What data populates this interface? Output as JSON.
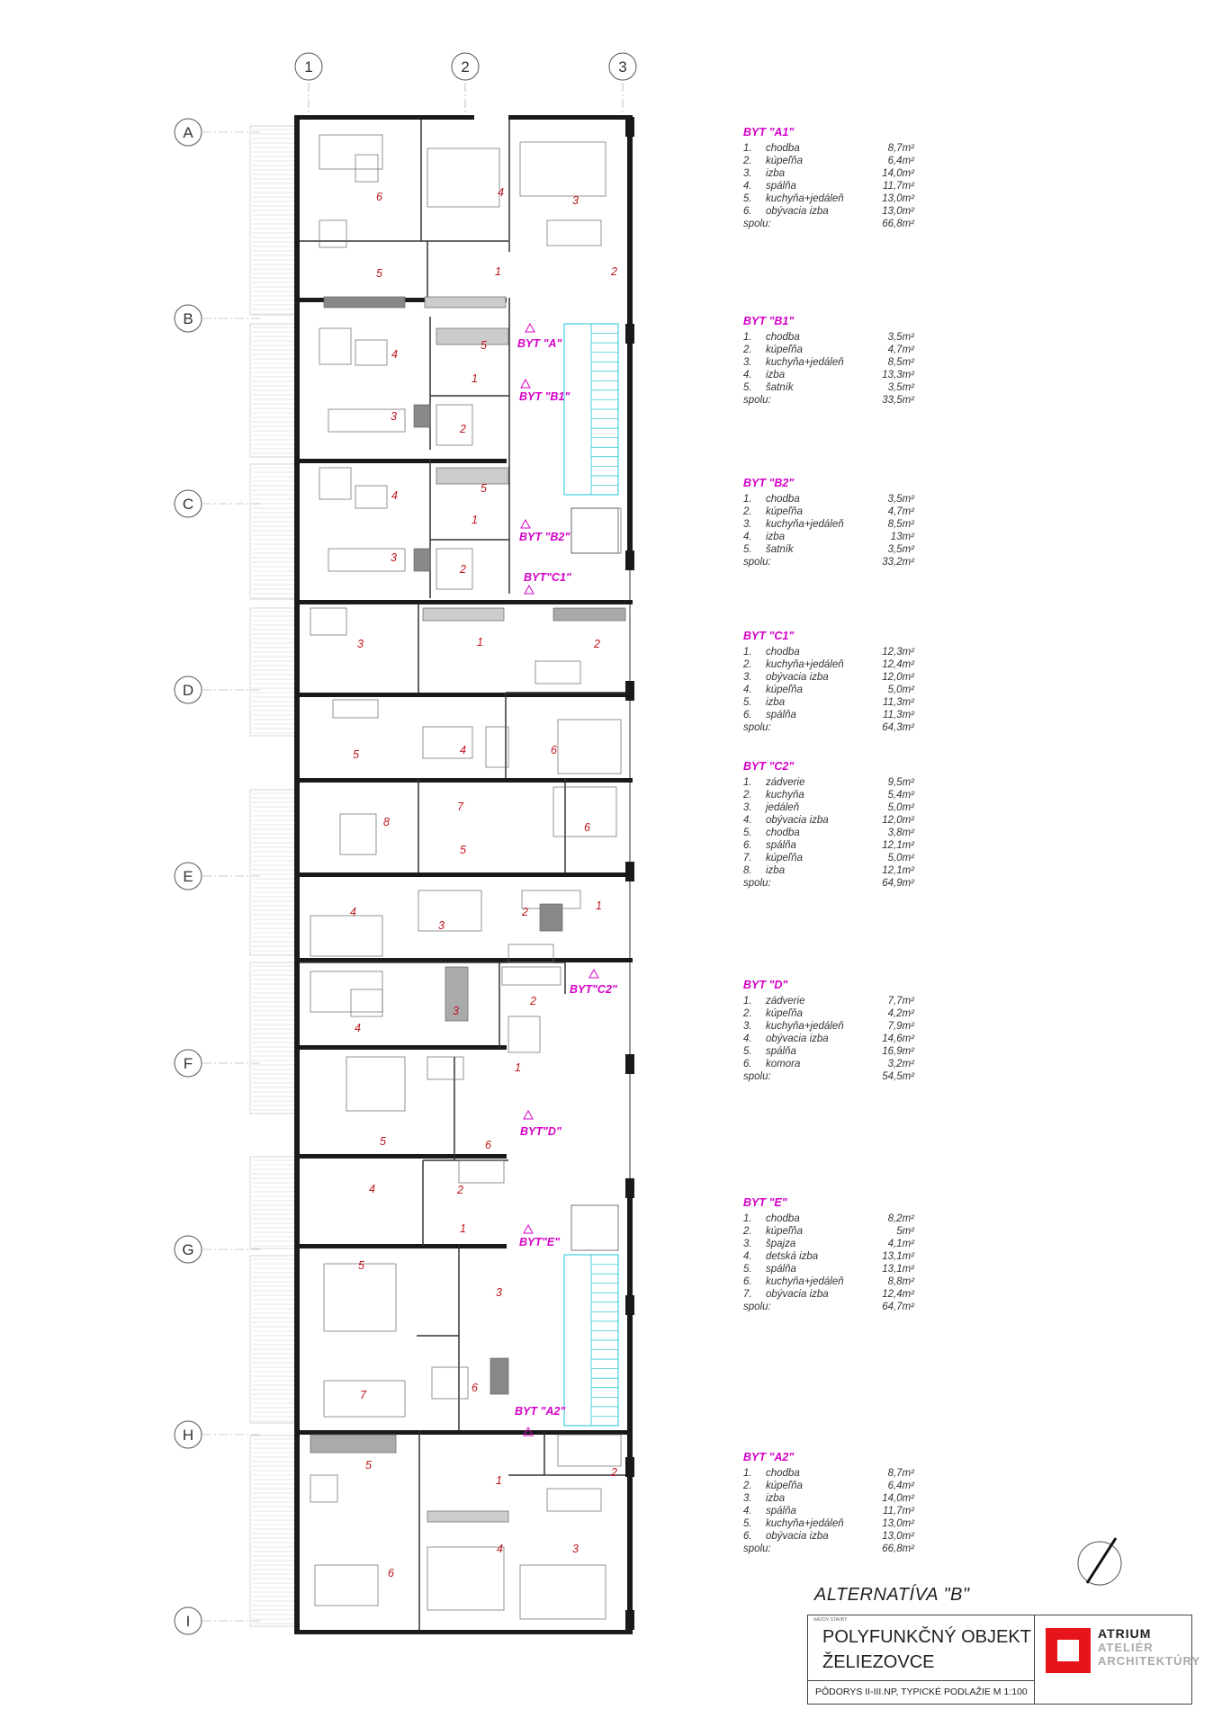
{
  "grid": {
    "columns": [
      "1",
      "2",
      "3"
    ],
    "rows": [
      "A",
      "B",
      "C",
      "D",
      "E",
      "F",
      "G",
      "H",
      "I"
    ]
  },
  "apartment_tags": [
    "BYT \"A\"",
    "BYT \"B1\"",
    "BYT \"B2\"",
    "BYT\"C1\"",
    "BYT\"C2\"",
    "BYT\"D\"",
    "BYT\"E\"",
    "BYT \"A2\""
  ],
  "room_numbers": {
    "a1": [
      "6",
      "5",
      "4",
      "3",
      "1",
      "2"
    ],
    "b1": [
      "4",
      "5",
      "1",
      "3",
      "2"
    ],
    "b2": [
      "4",
      "5",
      "1",
      "3",
      "2"
    ],
    "c1": [
      "3",
      "1",
      "2"
    ],
    "c2": [
      "5",
      "4",
      "6",
      "8",
      "7",
      "6",
      "5"
    ],
    "d_e": [
      "4",
      "3",
      "2",
      "1",
      "4",
      "3",
      "2",
      "1",
      "5",
      "6"
    ],
    "e": [
      "4",
      "2",
      "1",
      "5",
      "3",
      "7",
      "6"
    ],
    "a2": [
      "5",
      "1",
      "2",
      "6",
      "4",
      "3"
    ]
  },
  "legend": [
    {
      "title": "BYT \"A1\"",
      "rooms": [
        [
          "1.",
          "chodba",
          "8,7m²"
        ],
        [
          "2.",
          "kúpeľňa",
          "6,4m²"
        ],
        [
          "3.",
          "izba",
          "14,0m²"
        ],
        [
          "4.",
          "spálňa",
          "11,7m²"
        ],
        [
          "5.",
          "kuchyňa+jedáleň",
          "13,0m²"
        ],
        [
          "6.",
          "obývacia izba",
          "13,0m²"
        ]
      ],
      "total_label": "spolu:",
      "total": "66,8m²"
    },
    {
      "title": "BYT \"B1\"",
      "rooms": [
        [
          "1.",
          "chodba",
          "3,5m²"
        ],
        [
          "2.",
          "kúpeľňa",
          "4,7m²"
        ],
        [
          "3.",
          "kuchyňa+jedáleň",
          "8,5m²"
        ],
        [
          "4.",
          "izba",
          "13,3m²"
        ],
        [
          "5.",
          "šatník",
          "3,5m²"
        ]
      ],
      "total_label": "spolu:",
      "total": "33,5m²"
    },
    {
      "title": "BYT \"B2\"",
      "rooms": [
        [
          "1.",
          "chodba",
          "3,5m²"
        ],
        [
          "2.",
          "kúpeľňa",
          "4,7m²"
        ],
        [
          "3.",
          "kuchyňa+jedáleň",
          "8,5m²"
        ],
        [
          "4.",
          "izba",
          "13m²"
        ],
        [
          "5.",
          "šatník",
          "3,5m²"
        ]
      ],
      "total_label": "spolu:",
      "total": "33,2m²"
    },
    {
      "title": "BYT \"C1\"",
      "rooms": [
        [
          "1.",
          "chodba",
          "12,3m²"
        ],
        [
          "2.",
          "kuchyňa+jedáleň",
          "12,4m²"
        ],
        [
          "3.",
          "obývacia izba",
          "12,0m²"
        ],
        [
          "4.",
          "kúpeľňa",
          "5,0m²"
        ],
        [
          "5.",
          "izba",
          "11,3m²"
        ],
        [
          "6.",
          "spálňa",
          "11,3m²"
        ]
      ],
      "total_label": "spolu:",
      "total": "64,3m²"
    },
    {
      "title": "BYT \"C2\"",
      "rooms": [
        [
          "1.",
          "zádverie",
          "9,5m²"
        ],
        [
          "2.",
          "kuchyňa",
          "5,4m²"
        ],
        [
          "3.",
          "jedáleň",
          "5,0m²"
        ],
        [
          "4.",
          "obývacia izba",
          "12,0m²"
        ],
        [
          "5.",
          "chodba",
          "3,8m²"
        ],
        [
          "6.",
          "spálňa",
          "12,1m²"
        ],
        [
          "7.",
          "kúpeľňa",
          "5,0m²"
        ],
        [
          "8.",
          "izba",
          "12,1m²"
        ]
      ],
      "total_label": "spolu:",
      "total": "64,9m²"
    },
    {
      "title": "BYT \"D\"",
      "rooms": [
        [
          "1.",
          "zádverie",
          "7,7m²"
        ],
        [
          "2.",
          "kúpeľňa",
          "4,2m²"
        ],
        [
          "3.",
          "kuchyňa+jedáleň",
          "7,9m²"
        ],
        [
          "4.",
          "obývacia izba",
          "14,6m²"
        ],
        [
          "5.",
          "spálňa",
          "16,9m²"
        ],
        [
          "6.",
          "komora",
          "3,2m²"
        ]
      ],
      "total_label": "spolu:",
      "total": "54,5m²"
    },
    {
      "title": "BYT \"E\"",
      "rooms": [
        [
          "1.",
          "chodba",
          "8,2m²"
        ],
        [
          "2.",
          "kúpeľňa",
          "5m²"
        ],
        [
          "3.",
          "špajza",
          "4,1m²"
        ],
        [
          "4.",
          "detská izba",
          "13,1m²"
        ],
        [
          "5.",
          "spálňa",
          "13,1m²"
        ],
        [
          "6.",
          "kuchyňa+jedáleň",
          "8,8m²"
        ],
        [
          "7.",
          "obývacia izba",
          "12,4m²"
        ]
      ],
      "total_label": "spolu:",
      "total": "64,7m²"
    },
    {
      "title": "BYT \"A2\"",
      "rooms": [
        [
          "1.",
          "chodba",
          "8,7m²"
        ],
        [
          "2.",
          "kúpeľňa",
          "6,4m²"
        ],
        [
          "3.",
          "izba",
          "14,0m²"
        ],
        [
          "4.",
          "spálňa",
          "11,7m²"
        ],
        [
          "5.",
          "kuchyňa+jedáleň",
          "13,0m²"
        ],
        [
          "6.",
          "obývacia izba",
          "13,0m²"
        ]
      ],
      "total_label": "spolu:",
      "total": "66,8m²"
    }
  ],
  "alternative": "ALTERNATÍVA \"B\"",
  "title_block": {
    "small_label": "NÁZOV STAVBY",
    "name_line1": "POLYFUNKČNÝ OBJEKT",
    "name_line2": "ŽELIEZOVCE",
    "sheet": "PÔDORYS II-III.NP, TYPICKÉ PODLAŽIE M 1:100",
    "logo_line1": "ATRIUM",
    "logo_line2": "ATELIÉR",
    "logo_line3": "ARCHITEKTÚRY",
    "logo_color": "#e8141c"
  },
  "colors": {
    "tag": "#d400c8",
    "room_number": "#c0141c",
    "stair": "#22c4d4"
  }
}
